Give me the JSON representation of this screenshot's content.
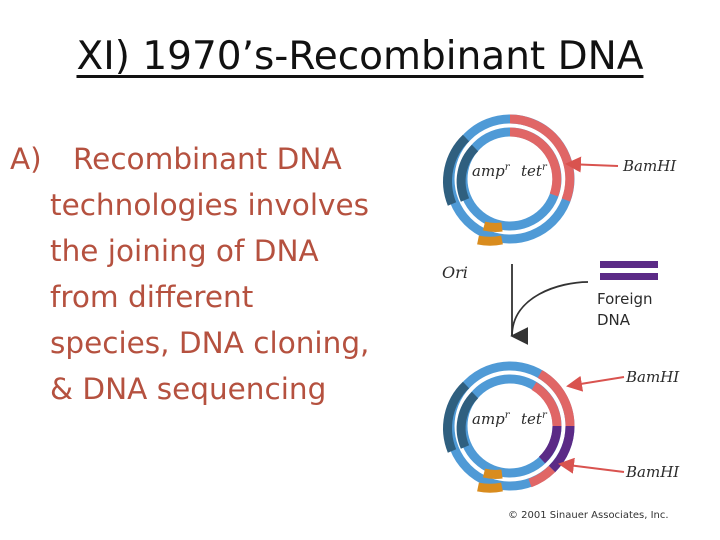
{
  "slide": {
    "title": "XI) 1970’s-Recombinant DNA",
    "bullet_marker": "A)",
    "bullet_lines": [
      "Recombinant DNA",
      "technologies involves",
      "the joining of DNA",
      "from different",
      "species, DNA cloning,",
      "& DNA sequencing"
    ]
  },
  "figure": {
    "top_plasmid": {
      "amp_label": "amp",
      "amp_sup": "r",
      "tet_label": "tet",
      "tet_sup": "r"
    },
    "bottom_plasmid": {
      "amp_label": "amp",
      "amp_sup": "r",
      "tet_label": "tet",
      "tet_sup": "r"
    },
    "ori_label": "Ori",
    "bam_label_top": "BamHI",
    "bam_label_mid": "BamHI",
    "bam_label_bottom": "BamHI",
    "foreign_dna_line1": "Foreign",
    "foreign_dna_line2": "DNA",
    "copyright": "© 2001 Sinauer Associates, Inc.",
    "colors": {
      "plasmid_blue": "#4f9ad6",
      "tet_red": "#e06666",
      "amp_navy": "#2f5f7f",
      "ori_orange": "#d98c1e",
      "foreign_purple": "#5b2a86",
      "arrow_red": "#d9534f",
      "bullet_text": "#b5513f"
    }
  }
}
